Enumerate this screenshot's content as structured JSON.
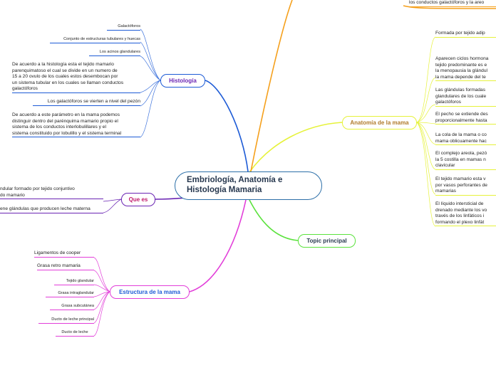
{
  "central": {
    "title": "Embriología, Anatomía e\nHistología Mamaria"
  },
  "colors": {
    "histologia": "#1d5bd6",
    "que_es": "#6a24b3",
    "estructura": "#e23ed9",
    "anatomia": "#e6f23a",
    "topic": "#5be23d",
    "top_branch": "#f5a01c"
  },
  "histologia": {
    "label": "Histología",
    "items": [
      "Galactóforos",
      "Conjunto de estructuras tubulares y huecas",
      "Los acinos glandulares",
      "De acuerdo a la histología esta el tejido mamario\nparenquimatoso el cual se divide en un numero de\n15 a 20 ovulo de los cuales estos desembocan por\nun sistema tubular en los cuales se llaman conductos\ngalactóforos",
      "Los galactóforos se vierten a nivel del pezón",
      "De acuerdo a este parámetro en la mama podemos\ndistinguir dentro del parénquima mamario propio el\nsistema de los conductos interlobulillares y el\nsistema constituido por lobulillo y el sistema terminal"
    ]
  },
  "que_es": {
    "label": "Que es",
    "items": [
      "ndular formado por tejido conjuntivo\ndo mamario",
      "ene glándulas que producen leche materna"
    ]
  },
  "estructura": {
    "label": "Estructura de la mama",
    "items": [
      "Ligamentos de cooper",
      "Grasa retro mamaria",
      "Tejido glandular",
      "Grasa intraglandular",
      "Grasa subcutánea",
      "Ducto de leche principal",
      "Ducto de leche"
    ]
  },
  "anatomia": {
    "label": "Anatomía de la mama",
    "items": [
      "Formada por tejido adip",
      "Aparecen ciclos hormona\ntejido predominante es e\nla menopausia la glándul\nla mama depende del te",
      "Las glándulas formadas\nglandulares de los cuale\ngalactóforos",
      "El pecho se extiende des\nproporcionalmente hasta",
      "La cola de la mama o co\nmama oblicuamente hac",
      "El complejo areola, pezó\nla 5 costilla en mamas n\nclavicular",
      "El tejido mamario esta v\npor vasos perforantes de\nmamarias",
      "El líquido intersticial de\ndrenado mediante los vo\ntravés de los linfáticos i\nformando el plexo linfát"
    ]
  },
  "topic": {
    "label": "Topic principal"
  },
  "top_branch": {
    "item": "los conductos galactóforos y la areo"
  }
}
